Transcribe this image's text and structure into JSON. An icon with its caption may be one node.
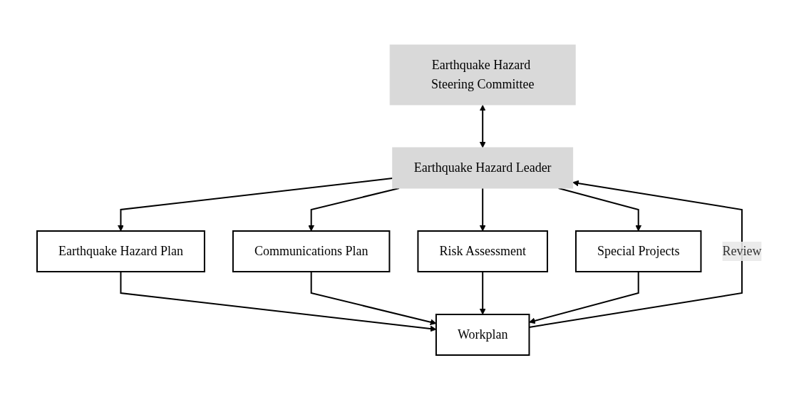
{
  "diagram": {
    "nodes": [
      {
        "text": [
          "Earthquake Hazard Steering Committee"
        ]
      },
      {
        "text": [
          "Earthquake Hazard Leader"
        ]
      },
      {
        "text": [
          "Earthquake Hazard Plan"
        ]
      },
      {
        "text": [
          "Communications Plan"
        ]
      },
      {
        "text": [
          "Risk Assessment"
        ]
      },
      {
        "text": [
          "Special Projects"
        ]
      },
      {
        "text": [
          "Workplan"
        ]
      }
    ],
    "edges": [
      {
        "from": 0,
        "to": 1,
        "arrow": "both"
      },
      {
        "from": 1,
        "to": 2,
        "arrow": "to"
      },
      {
        "from": 1,
        "to": 3,
        "arrow": "to"
      },
      {
        "from": 1,
        "to": 4,
        "arrow": "to"
      },
      {
        "from": 1,
        "to": 5,
        "arrow": "to"
      },
      {
        "from": 2,
        "to": 6,
        "arrow": "to"
      },
      {
        "from": 3,
        "to": 6,
        "arrow": "to"
      },
      {
        "from": 4,
        "to": 6,
        "arrow": "to"
      },
      {
        "from": 5,
        "to": 6,
        "arrow": "to"
      },
      {
        "from": 6,
        "to": 1,
        "arrow": "to",
        "label": "Review"
      }
    ]
  }
}
